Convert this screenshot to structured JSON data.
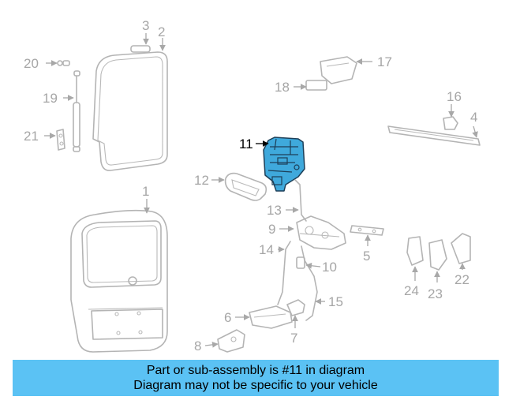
{
  "highlighted_part": "11",
  "callouts": {
    "c1": "1",
    "c2": "2",
    "c3": "3",
    "c4": "4",
    "c5": "5",
    "c6": "6",
    "c7": "7",
    "c8": "8",
    "c9": "9",
    "c10": "10",
    "c11": "11",
    "c12": "12",
    "c13": "13",
    "c14": "14",
    "c15": "15",
    "c16": "16",
    "c17": "17",
    "c18": "18",
    "c19": "19",
    "c20": "20",
    "c21": "21",
    "c22": "22",
    "c23": "23",
    "c24": "24"
  },
  "banner": {
    "line1": "Part or sub-assembly is #11 in diagram",
    "line2": "Diagram may not be specific to your vehicle"
  },
  "colors": {
    "highlight_fill": "#3fa9dc",
    "banner_background": "#5bc2f4",
    "part_lines": "#b4b4b4"
  }
}
